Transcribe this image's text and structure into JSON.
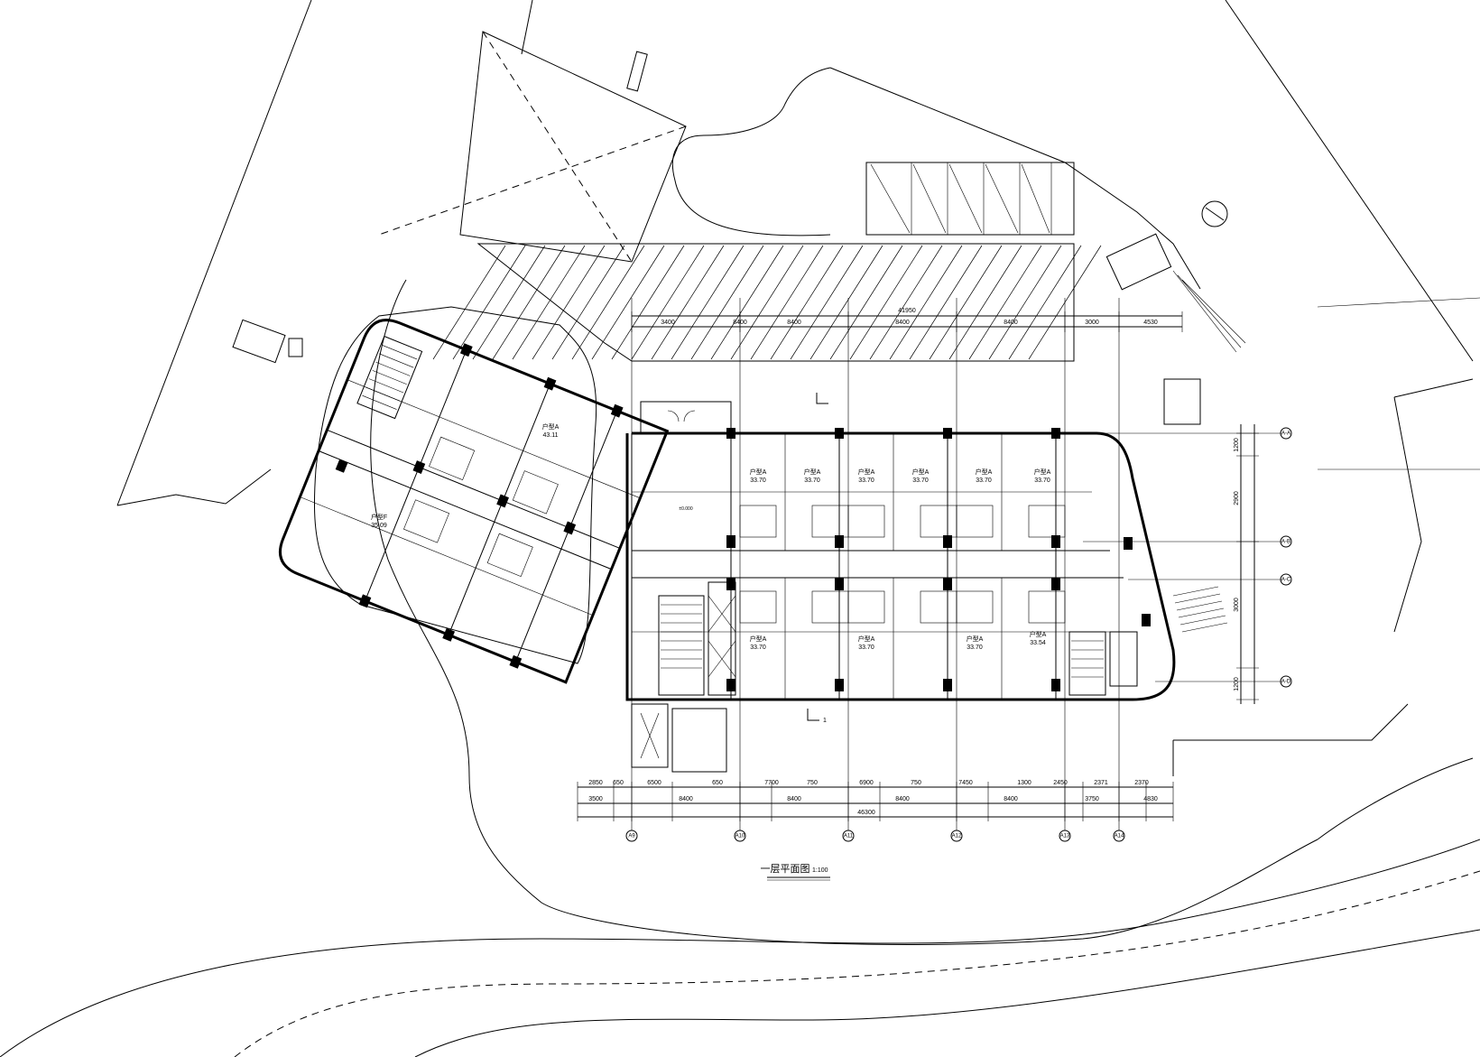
{
  "drawing": {
    "title": "一层平面图",
    "scale": "1:100"
  },
  "axes_bottom": [
    "A9",
    "A10",
    "A11",
    "A12",
    "A13",
    "A14"
  ],
  "axes_right": [
    "A-A",
    "A-B",
    "A-C",
    "A-D"
  ],
  "dims_bottom_row1": [
    "2850",
    "650",
    "6500",
    "650",
    "7700",
    "750",
    "6900",
    "750",
    "7450",
    "1300",
    "2450",
    "2371",
    "2370"
  ],
  "dims_bottom_row2": [
    "3500",
    "8400",
    "8400",
    "8400",
    "8400",
    "3750",
    "4830"
  ],
  "dims_bottom_total": "46300",
  "dims_top_row1": [
    "3400",
    "8400",
    "8400",
    "8400",
    "8400",
    "3000",
    "4530"
  ],
  "dims_top_total": "41950",
  "dims_right": [
    "1200",
    "2900",
    "3000",
    "1200"
  ],
  "rooms": [
    {
      "name": "户型A",
      "area": "33.70"
    },
    {
      "name": "户型A",
      "area": "33.70"
    },
    {
      "name": "户型A",
      "area": "33.70"
    },
    {
      "name": "户型A",
      "area": "33.70"
    },
    {
      "name": "户型A",
      "area": "33.70"
    },
    {
      "name": "户型A",
      "area": "33.70"
    },
    {
      "name": "户型A",
      "area": "33.70"
    },
    {
      "name": "户型A",
      "area": "33.70"
    },
    {
      "name": "户型A",
      "area": "33.70"
    },
    {
      "name": "户型A",
      "area": "33.54"
    },
    {
      "name": "户型F",
      "area": "35.09"
    },
    {
      "name": "户型A",
      "area": "43.11"
    }
  ],
  "section_mark": "1",
  "level": "±0.000",
  "colors": {
    "ink": "#000000",
    "paper": "#ffffff"
  }
}
